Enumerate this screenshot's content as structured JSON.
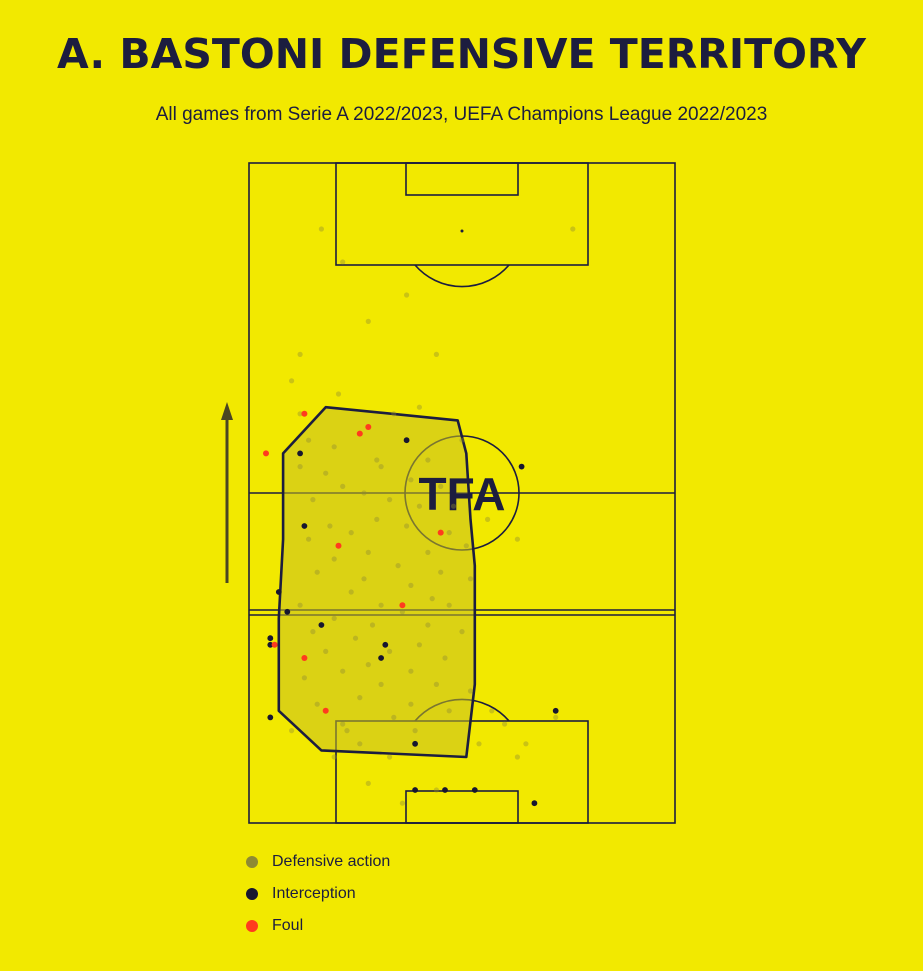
{
  "header": {
    "title": "A. BASTONI DEFENSIVE TERRITORY",
    "subtitle": "All games from Serie A 2022/2023, UEFA Champions League 2022/2023"
  },
  "watermark": "TFA",
  "colors": {
    "background": "#f2e900",
    "ink": "#1c1d3f",
    "defensive_action": "#8e8a33",
    "interception": "#17162f",
    "foul": "#ff3b1e",
    "territory_fill": "#c9bf24"
  },
  "chart_data": {
    "type": "scatter",
    "x_range": [
      0,
      100
    ],
    "y_range": [
      0,
      100
    ],
    "attack_direction": "up",
    "legend_position": "bottom-left",
    "legend": [
      "Defensive action",
      "Interception",
      "Foul"
    ],
    "series": [
      {
        "name": "Defensive action",
        "points": [
          [
            17,
            90
          ],
          [
            22,
            85
          ],
          [
            37,
            80
          ],
          [
            28,
            76
          ],
          [
            12,
            71
          ],
          [
            44,
            71
          ],
          [
            10,
            67
          ],
          [
            21,
            65
          ],
          [
            40,
            63
          ],
          [
            12,
            62
          ],
          [
            34,
            62
          ],
          [
            50,
            58
          ],
          [
            14,
            58
          ],
          [
            20,
            57
          ],
          [
            30,
            55
          ],
          [
            31,
            54
          ],
          [
            42,
            55
          ],
          [
            12,
            54
          ],
          [
            18,
            53
          ],
          [
            38,
            52
          ],
          [
            45,
            51
          ],
          [
            22,
            51
          ],
          [
            27,
            50
          ],
          [
            33,
            49
          ],
          [
            15,
            49
          ],
          [
            40,
            48
          ],
          [
            48,
            48
          ],
          [
            56,
            46
          ],
          [
            30,
            46
          ],
          [
            19,
            45
          ],
          [
            63,
            43
          ],
          [
            37,
            45
          ],
          [
            24,
            44
          ],
          [
            47,
            44
          ],
          [
            14,
            43
          ],
          [
            51,
            42
          ],
          [
            42,
            41
          ],
          [
            28,
            41
          ],
          [
            20,
            40
          ],
          [
            35,
            39
          ],
          [
            45,
            38
          ],
          [
            16,
            38
          ],
          [
            27,
            37
          ],
          [
            52,
            37
          ],
          [
            38,
            36
          ],
          [
            24,
            35
          ],
          [
            43,
            34
          ],
          [
            31,
            33
          ],
          [
            12,
            33
          ],
          [
            47,
            33
          ],
          [
            36,
            32
          ],
          [
            20,
            31
          ],
          [
            29,
            30
          ],
          [
            42,
            30
          ],
          [
            15,
            29
          ],
          [
            50,
            29
          ],
          [
            25,
            28
          ],
          [
            40,
            27
          ],
          [
            33,
            26
          ],
          [
            18,
            26
          ],
          [
            46,
            25
          ],
          [
            28,
            24
          ],
          [
            22,
            23
          ],
          [
            38,
            23
          ],
          [
            13,
            22
          ],
          [
            44,
            21
          ],
          [
            31,
            21
          ],
          [
            52,
            20
          ],
          [
            26,
            19
          ],
          [
            38,
            18
          ],
          [
            16,
            18
          ],
          [
            47,
            17
          ],
          [
            34,
            16
          ],
          [
            22,
            15
          ],
          [
            57,
            17
          ],
          [
            60,
            15
          ],
          [
            54,
            12
          ],
          [
            26,
            12
          ],
          [
            72,
            16
          ],
          [
            65,
            12
          ],
          [
            20,
            10
          ],
          [
            33,
            10
          ],
          [
            28,
            6
          ],
          [
            44,
            5
          ],
          [
            39,
            14
          ],
          [
            23,
            14
          ],
          [
            10,
            14
          ],
          [
            36,
            3
          ],
          [
            63,
            10
          ],
          [
            76,
            90
          ]
        ]
      },
      {
        "name": "Interception",
        "points": [
          [
            37,
            58
          ],
          [
            12,
            56
          ],
          [
            64,
            54
          ],
          [
            13,
            45
          ],
          [
            7,
            35
          ],
          [
            9,
            32
          ],
          [
            17,
            30
          ],
          [
            5,
            28
          ],
          [
            5,
            27
          ],
          [
            32,
            27
          ],
          [
            31,
            25
          ],
          [
            5,
            16
          ],
          [
            39,
            12
          ],
          [
            72,
            17
          ],
          [
            39,
            5
          ],
          [
            46,
            5
          ],
          [
            53,
            5
          ],
          [
            67,
            3
          ]
        ]
      },
      {
        "name": "Foul",
        "points": [
          [
            13,
            62
          ],
          [
            28,
            60
          ],
          [
            26,
            59
          ],
          [
            4,
            56
          ],
          [
            45,
            44
          ],
          [
            21,
            42
          ],
          [
            36,
            33
          ],
          [
            6,
            27
          ],
          [
            13,
            25
          ],
          [
            18,
            17
          ]
        ]
      }
    ],
    "territory_hull": [
      [
        18,
        63
      ],
      [
        49,
        61
      ],
      [
        51,
        56
      ],
      [
        52,
        46
      ],
      [
        53,
        39
      ],
      [
        53,
        21
      ],
      [
        51,
        10
      ],
      [
        17,
        11
      ],
      [
        7,
        17
      ],
      [
        7,
        31
      ],
      [
        8,
        43
      ],
      [
        8,
        56
      ]
    ]
  }
}
